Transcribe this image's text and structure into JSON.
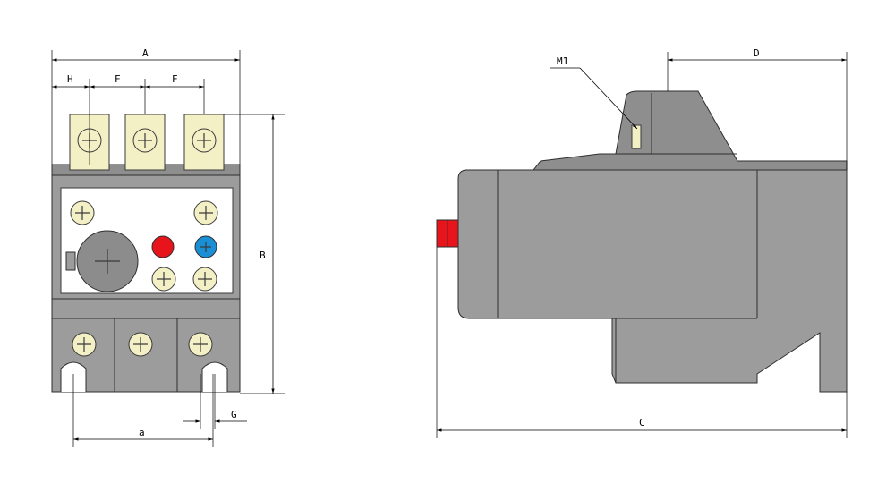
{
  "diagram": {
    "dimension_labels": {
      "A": "A",
      "B": "B",
      "C": "C",
      "D": "D",
      "F1": "F",
      "F2": "F",
      "G": "G",
      "H": "H",
      "a": "a",
      "M1": "M1"
    },
    "colors": {
      "body": "#9c9c9c",
      "terminal": "#f4f0c6",
      "indicator_red": "#e8141b",
      "indicator_blue": "#1b8fd6",
      "test_button": "#e8141b"
    }
  }
}
